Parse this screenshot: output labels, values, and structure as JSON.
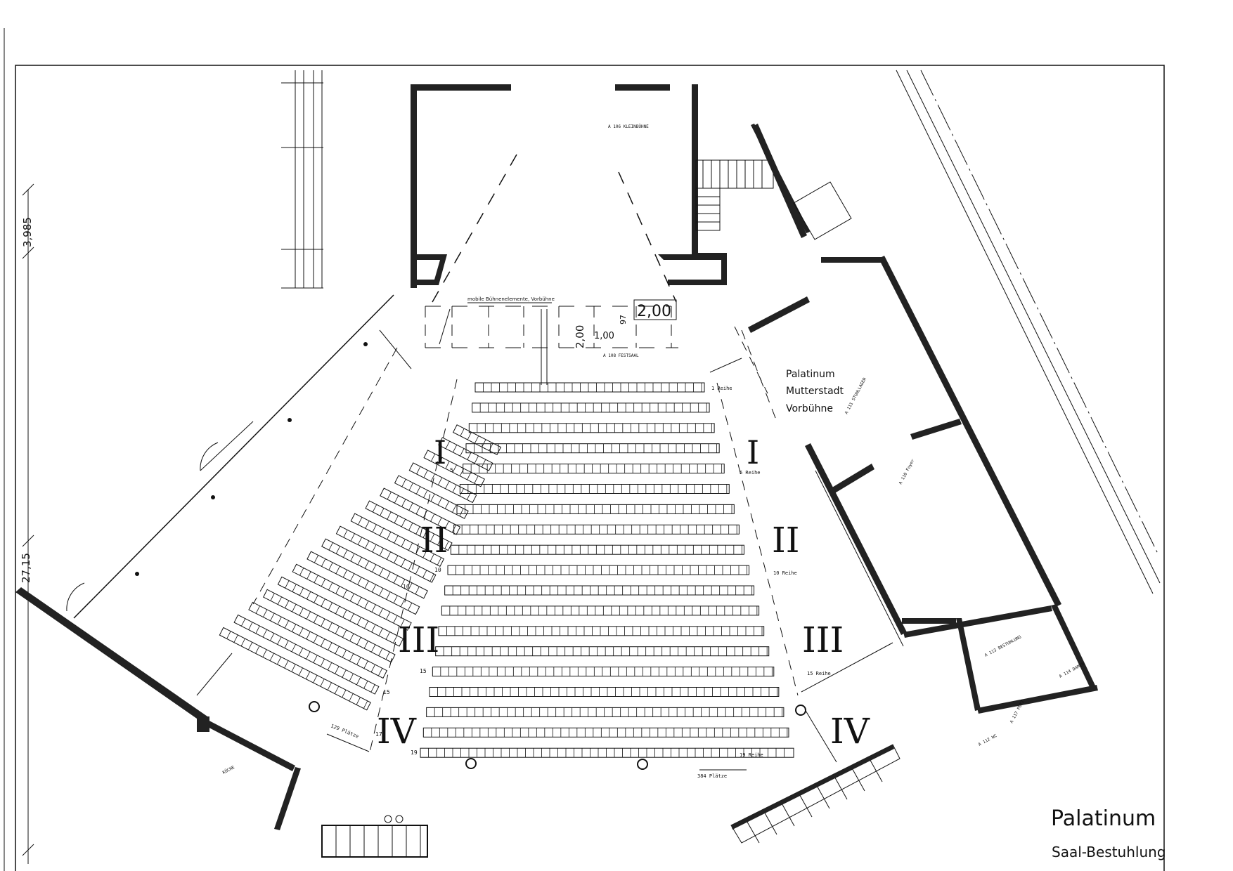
{
  "title_block": {
    "name": "Palatinum",
    "subtitle": "Saal-Bestuhlung"
  },
  "venue_label": {
    "line1": "Palatinum",
    "line2": "Mutterstadt",
    "line3": "Vorbühne"
  },
  "stage_note": "mobile Bühnenelemente, Vorbühne",
  "dimensions": {
    "left_upper": "3,985",
    "left_lower": "27,15",
    "stage_width": "2,00",
    "stage_depth": "2,00",
    "stage_module": "1,00",
    "stage_small": "97"
  },
  "blocks": {
    "b1_left": "I",
    "b1_right": "I",
    "b2_left": "II",
    "b2_right": "II",
    "b3_left": "III",
    "b3_right": "III",
    "b4_left": "IV",
    "b4_right": "IV"
  },
  "row_labels": {
    "r1": "1 Reihe",
    "r5": "5 Reihe",
    "r10": "10 Reihe",
    "r15": "15 Reihe",
    "r19": "19 Reihe",
    "n5": "5",
    "n10": "10",
    "n15": "15",
    "n19": "19",
    "l10": "10",
    "l15": "15",
    "l17": "17"
  },
  "seat_counts": {
    "side": "129 Plätze",
    "center": "384 Plätze"
  },
  "rooms": {
    "kleinbuehne": "A 106 KLEINBÜHNE",
    "festsaal": "A 108 FESTSAAL",
    "stuhllager": "A 111 STUHLLAGER",
    "foyer": "A 110 Foyer",
    "kueche": "KÜCHE",
    "bestuhlung": "A 113 BESTUHLUNG",
    "putz": "A 117 PUTZ",
    "damen": "A 114 DAMEN",
    "wc": "A 112 WC"
  },
  "colors": {
    "ink": "#111111",
    "paper": "#ffffff"
  }
}
